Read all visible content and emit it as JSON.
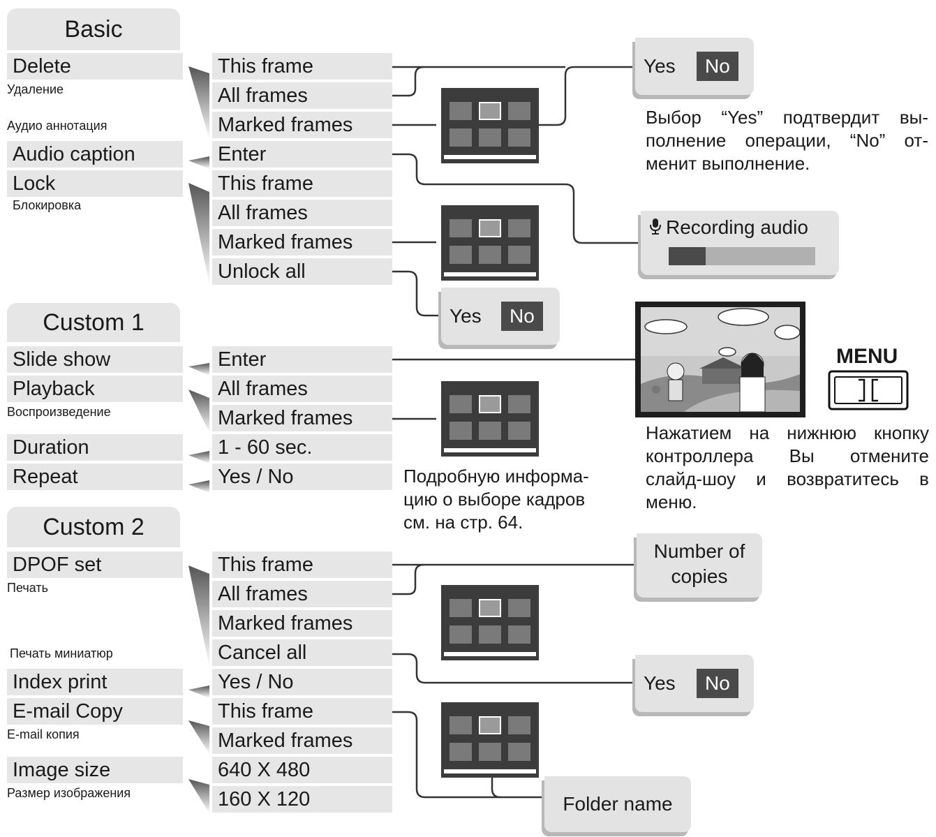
{
  "sections": [
    {
      "header": "Basic",
      "items": [
        {
          "label": "Delete",
          "ru": "Удаление",
          "options": [
            "This frame",
            "All frames",
            "Marked frames"
          ]
        },
        {
          "label": "Audio caption",
          "ru": "Аудио аннотация",
          "options": [
            "Enter"
          ]
        },
        {
          "label": "Lock",
          "ru": "Блокировка",
          "options": [
            "This frame",
            "All frames",
            "Marked frames",
            "Unlock all"
          ]
        }
      ]
    },
    {
      "header": "Custom 1",
      "items": [
        {
          "label": "Slide show",
          "ru": "",
          "options": [
            "Enter"
          ]
        },
        {
          "label": "Playback",
          "ru": "Воспроизведение",
          "options": [
            "All frames",
            "Marked frames"
          ]
        },
        {
          "label": "Duration",
          "ru": "",
          "options": [
            "1 - 60 sec."
          ]
        },
        {
          "label": "Repeat",
          "ru": "",
          "options": [
            "Yes / No"
          ]
        }
      ]
    },
    {
      "header": "Custom 2",
      "items": [
        {
          "label": "DPOF set",
          "ru": "Печать",
          "options": [
            "This frame",
            "All frames",
            "Marked frames",
            "Cancel all"
          ]
        },
        {
          "label": "Index print",
          "ru": "Печать миниатюр",
          "options": [
            "Yes / No"
          ]
        },
        {
          "label": "E-mail Copy",
          "ru": "E-mail копия",
          "options": [
            "This frame",
            "Marked frames"
          ]
        },
        {
          "label": "Image size",
          "ru": "Размер изображения",
          "options": [
            "640 X 480",
            "160 X 120"
          ]
        }
      ]
    }
  ],
  "dialogs": {
    "yes": "Yes",
    "no": "No",
    "recording_audio": "Recording audio",
    "recording_progress": 0.25,
    "number_of_copies_line1": "Number of",
    "number_of_copies_line2": "copies",
    "folder_name": "Folder name"
  },
  "notes": {
    "yes_no": [
      "Выбор “Yes” подтвердит вы-",
      "полнение операции, “No” от-",
      "менит выполнение."
    ],
    "frame_select": [
      "Подробную информа-",
      "цию о выборе кадров",
      "см. на стр. 64."
    ],
    "slideshow_cancel": [
      "Нажатием на нижнюю кнопку",
      "контроллера Вы отмените",
      "слайд-шоу и возвратитесь в",
      "меню."
    ]
  },
  "menu_button_label": "MENU",
  "icons": {
    "microphone": "microphone-icon",
    "thumbnail": "thumbnail-grid-icon",
    "menu_button": "menu-button-icon",
    "slideshow": "slideshow-preview-image"
  },
  "colors": {
    "cell_bg": "#e6e6e6",
    "no_button_bg": "#4a4a4a",
    "thumb_bg": "#3c3c3c"
  }
}
